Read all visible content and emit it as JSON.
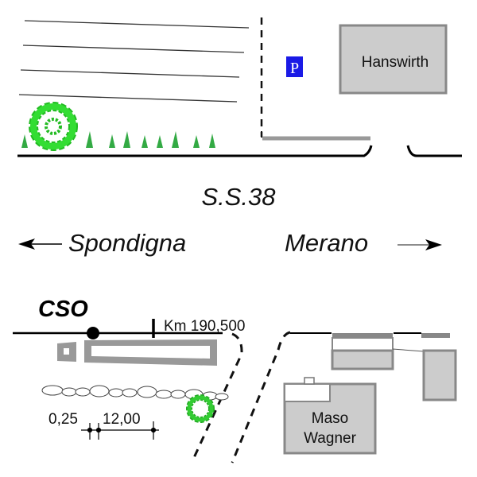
{
  "map": {
    "road_name": "S.S.38",
    "direction_left": "Spondigna",
    "direction_right": "Merano",
    "km_marker": "Km 190,500",
    "station_label": "CSO",
    "parking_sign": "P",
    "buildings": {
      "top_right": "Hanswirth",
      "bottom_right_line1": "Maso",
      "bottom_right_line2": "Wagner"
    },
    "dimensions": {
      "small": "0,25",
      "large": "12,00"
    },
    "colors": {
      "building_fill": "#cccccc",
      "building_stroke": "#888888",
      "parking_blue": "#1a1ae6",
      "vegetation_green": "#33cc33",
      "road_black": "#000000"
    }
  }
}
